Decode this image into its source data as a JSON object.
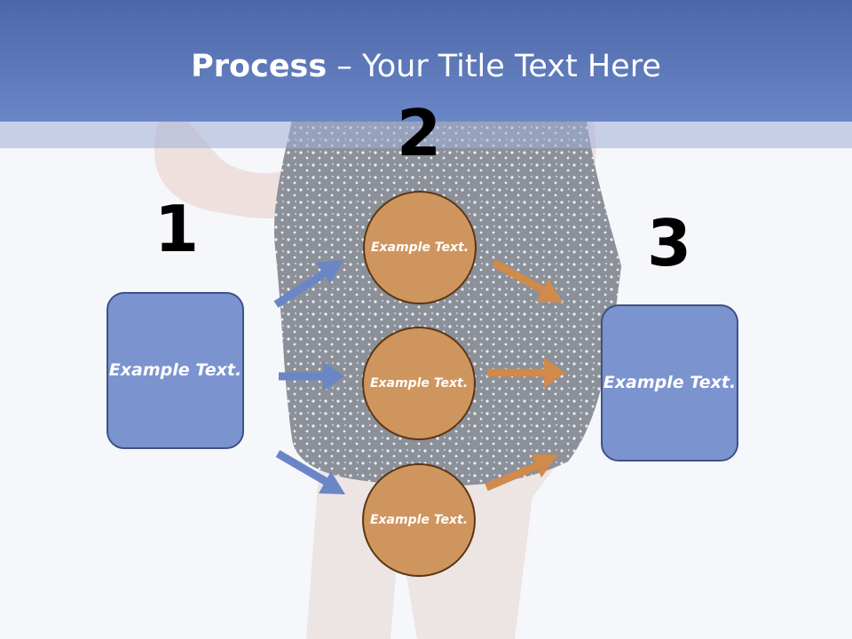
{
  "header": {
    "title_bold": "Process",
    "title_rest": " – Your Title Text Here"
  },
  "steps": {
    "one": "1",
    "two": "2",
    "three": "3"
  },
  "left_box": {
    "label": "Example Text."
  },
  "right_box": {
    "label": "Example Text."
  },
  "circles": [
    {
      "label": "Example Text."
    },
    {
      "label": "Example Text."
    },
    {
      "label": "Example Text."
    }
  ],
  "colors": {
    "header": "#5a76b8",
    "box_fill": "#7b93cf",
    "circle_fill": "#cf955e",
    "arrow_blue": "#6a86c6",
    "arrow_orange": "#cf8a4c"
  }
}
